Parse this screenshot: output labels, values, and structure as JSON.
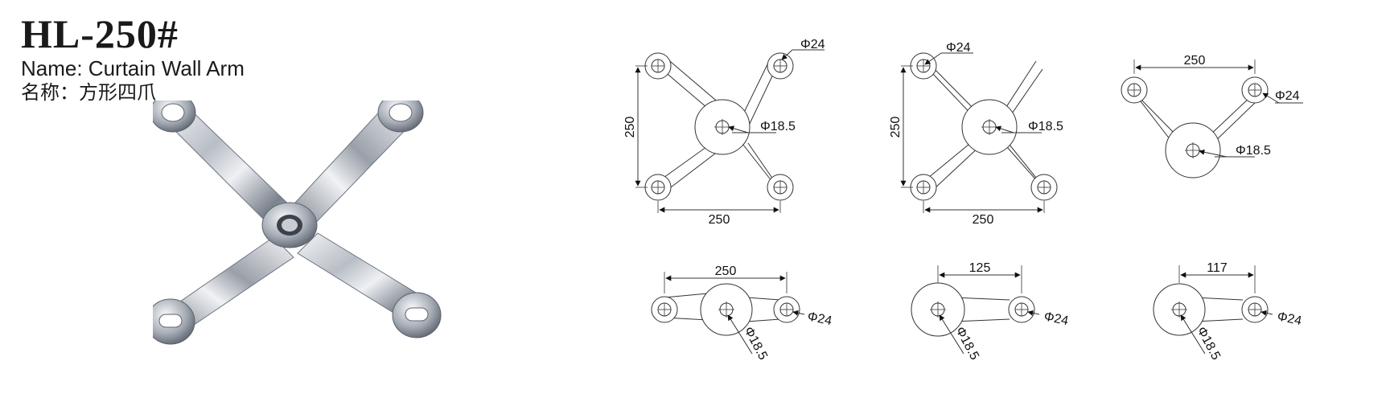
{
  "header": {
    "model": "HL-250#",
    "name_en": "Name: Curtain Wall Arm",
    "name_cn": "名称：方形四爪"
  },
  "dims": {
    "d1": {
      "h": "250",
      "w": "250",
      "hole": "Φ24",
      "center": "Φ18.5"
    },
    "d2": {
      "h": "250",
      "w": "250",
      "hole": "Φ24",
      "center": "Φ18.5"
    },
    "d3": {
      "w": "250",
      "hole": "Φ24",
      "center": "Φ18.5"
    },
    "d4": {
      "w": "250",
      "hole": "Φ24",
      "center": "Φ18.5"
    },
    "d5": {
      "w": "125",
      "hole": "Φ24",
      "center": "Φ18.5"
    },
    "d6": {
      "w": "117",
      "hole": "Φ24",
      "center": "Φ18.5"
    }
  },
  "colors": {
    "line": "#333333",
    "steel_light": "#e8eaee",
    "steel_dark": "#6d7480"
  }
}
